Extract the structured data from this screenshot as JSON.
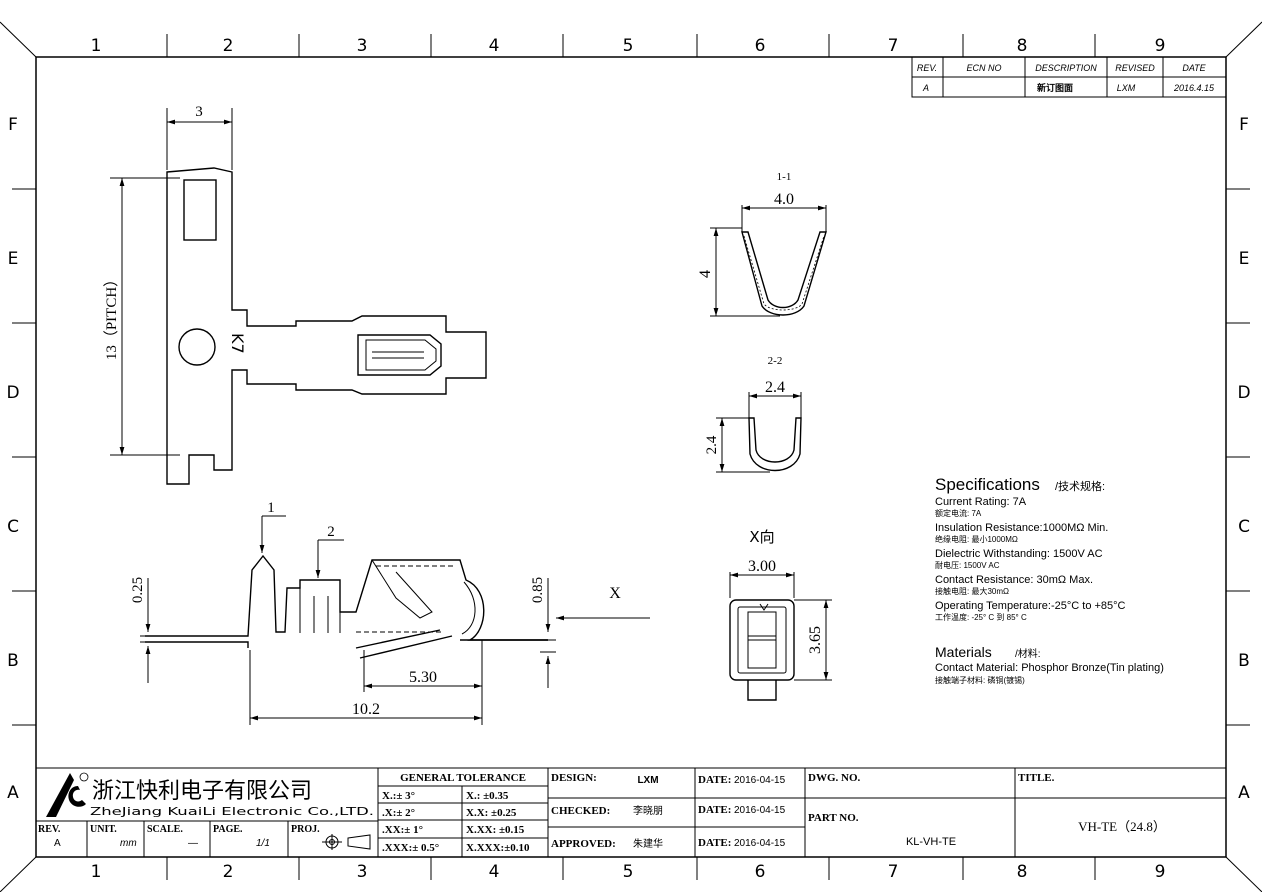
{
  "grid": {
    "columns": [
      "1",
      "2",
      "3",
      "4",
      "5",
      "6",
      "7",
      "8",
      "9"
    ],
    "rows": [
      "F",
      "E",
      "D",
      "C",
      "B",
      "A"
    ]
  },
  "revision_table": {
    "headers": [
      "REV.",
      "ECN NO",
      "DESCRIPTION",
      "REVISED",
      "DATE"
    ],
    "row": [
      "A",
      "",
      "新订图面",
      "LXM",
      "2016.4.15"
    ]
  },
  "dimensions": {
    "top_width": "3",
    "pitch": "13（PITCH）",
    "stamp": "K7",
    "side_callout_1": "1",
    "side_callout_2": "2",
    "thickness": "0.25",
    "height_rear": "0.85",
    "contact_length": "5.30",
    "total_length": "10.2",
    "view_arrow": "X"
  },
  "sections": {
    "s1_title": "1-1",
    "s1_width": "4.0",
    "s1_height": "4",
    "s2_title": "2-2",
    "s2_width": "2.4",
    "s2_height": "2.4",
    "x_title": "X向",
    "x_width": "3.00",
    "x_height": "3.65"
  },
  "specifications": {
    "title": "Specifications",
    "title_cn": "/技术规格:",
    "items": [
      {
        "en": "Current Rating:  7A",
        "cn": "额定电流: 7A"
      },
      {
        "en": "Insulation Resistance:1000MΩ  Min.",
        "cn": "绝缘电阻: 最小1000MΩ"
      },
      {
        "en": "Dielectric Withstanding:  1500V AC",
        "cn": "耐电压: 1500V AC"
      },
      {
        "en": "Contact Resistance:  30mΩ  Max.",
        "cn": "接触电阻: 最大30mΩ"
      },
      {
        "en": "Operating Temperature:-25°C to +85°C",
        "cn": "工作温度: -25° C 到 85° C"
      }
    ],
    "materials_title": "Materials",
    "materials_title_cn": "/材料:",
    "material": {
      "en": "Contact Material: Phosphor Bronze(Tin plating)",
      "cn": "接触端子材料: 磷铜(镀锡)"
    }
  },
  "title_block": {
    "company_cn": "浙江快利电子有限公司",
    "company_en": "ZheJiang KuaiLi Electronic Co.,LTD.",
    "rev_label": "REV.",
    "rev_value": "A",
    "unit_label": "UNIT.",
    "unit_value": "mm",
    "scale_label": "SCALE.",
    "scale_value": "—",
    "page_label": "PAGE.",
    "page_value": "1/1",
    "proj_label": "PROJ.",
    "tolerance_title": "GENERAL  TOLERANCE",
    "tolerances": [
      [
        "X.:± 3°",
        "X.:   ±0.35"
      ],
      [
        ".X:± 2°",
        "X.X:  ±0.25"
      ],
      [
        ".XX:± 1°",
        "X.XX: ±0.15"
      ],
      [
        ".XXX:± 0.5°",
        "X.XXX:±0.10"
      ]
    ],
    "design_label": "DESIGN:",
    "design_value": "LXM",
    "checked_label": "CHECKED:",
    "checked_value": "李晓朋",
    "approved_label": "APPROVED:",
    "approved_value": "朱建华",
    "date_label": "DATE:",
    "design_date": "2016-04-15",
    "checked_date": "2016-04-15",
    "approved_date": "2016-04-15",
    "dwg_label": "DWG. NO.",
    "part_label": "PART NO.",
    "part_value": "KL-VH-TE",
    "title_label": "TITLE.",
    "title_value": "VH-TE（24.8）"
  }
}
